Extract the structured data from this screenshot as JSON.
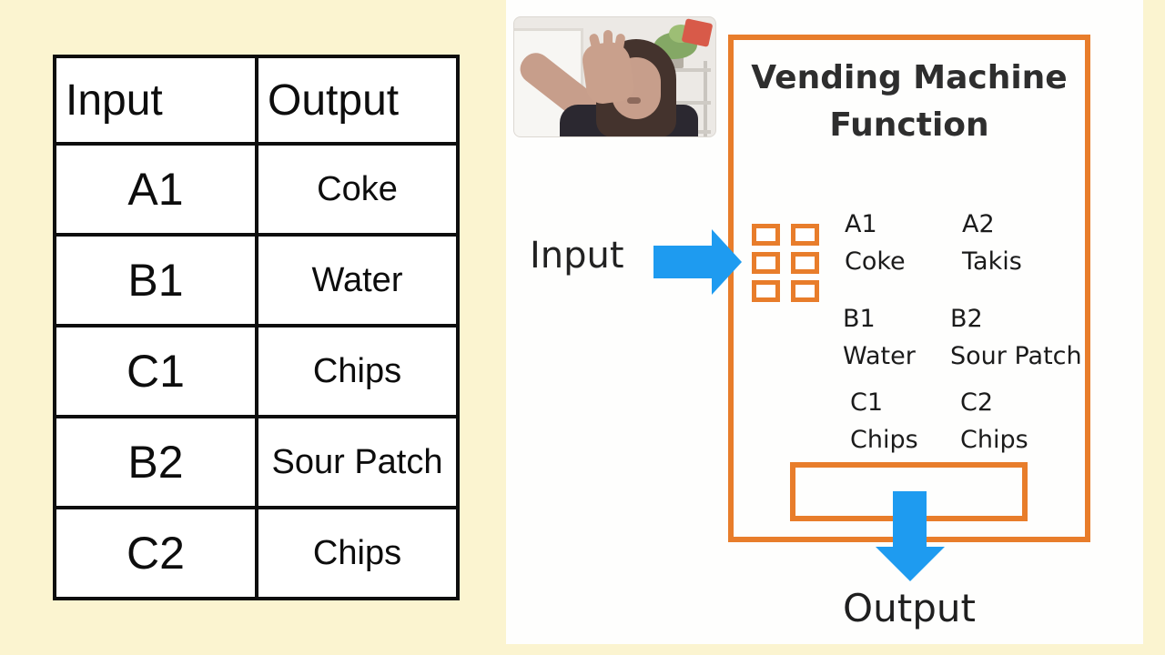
{
  "colors": {
    "background": "#FBF4D0",
    "panel": "#FEFEFD",
    "accent_orange": "#E87D2B",
    "accent_blue": "#1E9BF0",
    "table_line": "#0E0E0E",
    "text": "#111111"
  },
  "mapping_table": {
    "headers": [
      "Input",
      "Output"
    ],
    "rows": [
      [
        "A1",
        "Coke"
      ],
      [
        "B1",
        "Water"
      ],
      [
        "C1",
        "Chips"
      ],
      [
        "B2",
        "Sour Patch"
      ],
      [
        "C2",
        "Chips"
      ]
    ]
  },
  "diagram": {
    "title": [
      "Vending Machine",
      "Function"
    ],
    "input_label": "Input",
    "output_label": "Output",
    "items": [
      {
        "code": "A1",
        "name": "Coke"
      },
      {
        "code": "A2",
        "name": "Takis"
      },
      {
        "code": "B1",
        "name": "Water"
      },
      {
        "code": "B2",
        "name": "Sour Patch"
      },
      {
        "code": "C1",
        "name": "Chips"
      },
      {
        "code": "C2",
        "name": "Chips"
      }
    ]
  }
}
